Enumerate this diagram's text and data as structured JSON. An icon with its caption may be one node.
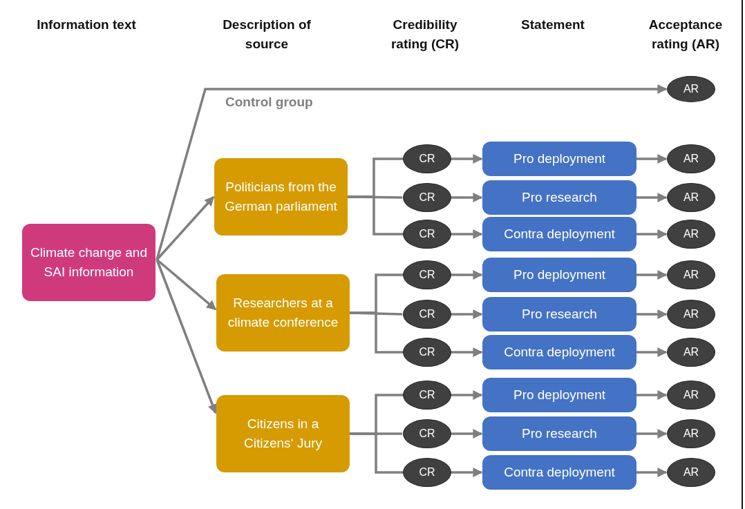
{
  "diagram": {
    "nodes": [
      {
        "text": [
          "Climate change and SAI information"
        ]
      },
      {
        "text": [
          "AR"
        ]
      },
      {
        "text": [
          "Politicians from the German parliament"
        ]
      },
      {
        "text": [
          "Researchers at a climate conference"
        ]
      },
      {
        "text": [
          "Citizens in a Citizens‘ Jury"
        ]
      },
      {
        "text": [
          "CR"
        ]
      },
      {
        "text": [
          "Pro deployment"
        ]
      },
      {
        "text": [
          "AR"
        ]
      },
      {
        "text": [
          "CR"
        ]
      },
      {
        "text": [
          "Pro research"
        ]
      },
      {
        "text": [
          "AR"
        ]
      },
      {
        "text": [
          "CR"
        ]
      },
      {
        "text": [
          "Contra deployment"
        ]
      },
      {
        "text": [
          "AR"
        ]
      },
      {
        "text": [
          "CR"
        ]
      },
      {
        "text": [
          "Pro deployment"
        ]
      },
      {
        "text": [
          "AR"
        ]
      },
      {
        "text": [
          "CR"
        ]
      },
      {
        "text": [
          "Pro research"
        ]
      },
      {
        "text": [
          "AR"
        ]
      },
      {
        "text": [
          "CR"
        ]
      },
      {
        "text": [
          "Contra deployment"
        ]
      },
      {
        "text": [
          "AR"
        ]
      },
      {
        "text": [
          "CR"
        ]
      },
      {
        "text": [
          "Pro deployment"
        ]
      },
      {
        "text": [
          "AR"
        ]
      },
      {
        "text": [
          "CR"
        ]
      },
      {
        "text": [
          "Pro research"
        ]
      },
      {
        "text": [
          "AR"
        ]
      },
      {
        "text": [
          "CR"
        ]
      },
      {
        "text": [
          "Contra deployment"
        ]
      },
      {
        "text": [
          "AR"
        ]
      }
    ],
    "edges": [
      {
        "from": 0,
        "to": 1,
        "arrow": "to",
        "label": "Control group"
      },
      {
        "from": 0,
        "to": 2,
        "arrow": "to"
      },
      {
        "from": 0,
        "to": 3,
        "arrow": "to"
      },
      {
        "from": 0,
        "to": 4,
        "arrow": "to"
      },
      {
        "from": 2,
        "to": 5,
        "arrow": "none"
      },
      {
        "from": 2,
        "to": 8,
        "arrow": "none"
      },
      {
        "from": 2,
        "to": 11,
        "arrow": "none"
      },
      {
        "from": 5,
        "to": 6,
        "arrow": "to"
      },
      {
        "from": 6,
        "to": 7,
        "arrow": "to"
      },
      {
        "from": 8,
        "to": 9,
        "arrow": "to"
      },
      {
        "from": 9,
        "to": 10,
        "arrow": "to"
      },
      {
        "from": 11,
        "to": 12,
        "arrow": "to"
      },
      {
        "from": 12,
        "to": 13,
        "arrow": "to"
      },
      {
        "from": 3,
        "to": 14,
        "arrow": "none"
      },
      {
        "from": 3,
        "to": 17,
        "arrow": "none"
      },
      {
        "from": 3,
        "to": 20,
        "arrow": "none"
      },
      {
        "from": 14,
        "to": 15,
        "arrow": "to"
      },
      {
        "from": 15,
        "to": 16,
        "arrow": "to"
      },
      {
        "from": 17,
        "to": 18,
        "arrow": "to"
      },
      {
        "from": 18,
        "to": 19,
        "arrow": "to"
      },
      {
        "from": 20,
        "to": 21,
        "arrow": "to"
      },
      {
        "from": 21,
        "to": 22,
        "arrow": "to"
      },
      {
        "from": 4,
        "to": 23,
        "arrow": "none"
      },
      {
        "from": 4,
        "to": 26,
        "arrow": "none"
      },
      {
        "from": 4,
        "to": 29,
        "arrow": "none"
      },
      {
        "from": 23,
        "to": 24,
        "arrow": "to"
      },
      {
        "from": 24,
        "to": 25,
        "arrow": "to"
      },
      {
        "from": 26,
        "to": 27,
        "arrow": "to"
      },
      {
        "from": 27,
        "to": 28,
        "arrow": "to"
      },
      {
        "from": 29,
        "to": 30,
        "arrow": "to"
      },
      {
        "from": 30,
        "to": 31,
        "arrow": "to"
      }
    ],
    "labels": [
      "Information text",
      "Description of source",
      "Credibility rating (CR)",
      "Statement",
      "Acceptance rating (AR)"
    ]
  }
}
